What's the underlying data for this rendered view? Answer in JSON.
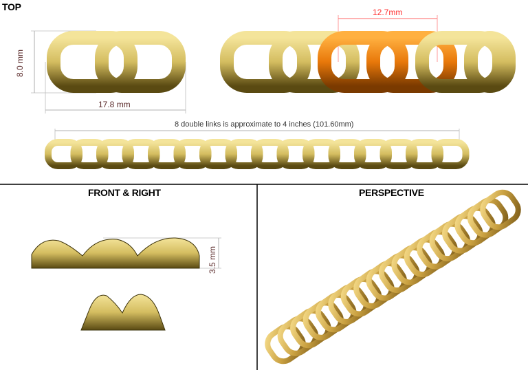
{
  "sections": {
    "top": "TOP",
    "front_right": "FRONT & RIGHT",
    "perspective": "PERSPECTIVE"
  },
  "dimensions": {
    "height": "8.0 mm",
    "width": "17.8 mm",
    "pitch": "12.7mm",
    "length_note": "8 double links is approximate to 4 inches (101.60mm)",
    "thickness": "3.5 mm"
  },
  "colors": {
    "gold": "#d8c36a",
    "gold_dark": "#6b5a1a",
    "highlight_orange": "#e8780a",
    "pitch_dimension": "#ff3030",
    "dimension_text": "#5a2a2a",
    "perspective_gold": "#c9a040"
  }
}
